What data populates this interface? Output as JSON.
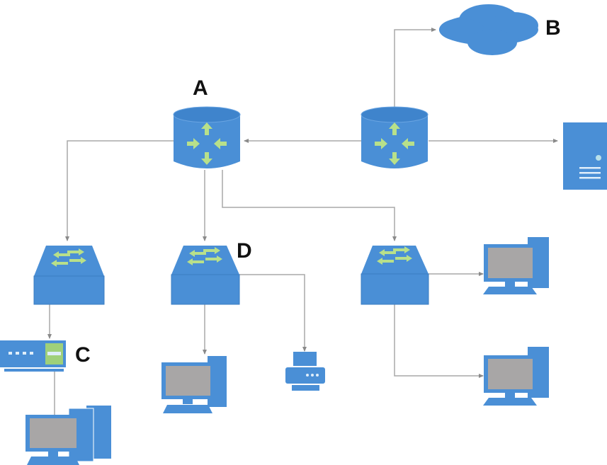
{
  "diagram": {
    "title": "",
    "colors": {
      "device": "#4a8fd6",
      "device_dark": "#3b7cc2",
      "arrow_glyph": "#b8e08a",
      "line": "#a9a9a9",
      "screen": "#a8a6a6",
      "label": "#111111"
    },
    "labels": {
      "router_a": "A",
      "cloud_b": "B",
      "modem_c": "C",
      "switch_d": "D"
    },
    "nodes": [
      {
        "id": "router-a",
        "type": "router",
        "label": "A"
      },
      {
        "id": "router-edge",
        "type": "router",
        "label": ""
      },
      {
        "id": "cloud",
        "type": "cloud",
        "label": "B"
      },
      {
        "id": "server",
        "type": "server",
        "label": ""
      },
      {
        "id": "switch-1",
        "type": "switch",
        "label": ""
      },
      {
        "id": "switch-d",
        "type": "switch",
        "label": "D"
      },
      {
        "id": "switch-3",
        "type": "switch",
        "label": ""
      },
      {
        "id": "modem-c",
        "type": "modem",
        "label": "C"
      },
      {
        "id": "workstation-group",
        "type": "pc-group",
        "label": ""
      },
      {
        "id": "pc-d",
        "type": "pc",
        "label": ""
      },
      {
        "id": "printer",
        "type": "printer",
        "label": ""
      },
      {
        "id": "pc-3a",
        "type": "pc",
        "label": ""
      },
      {
        "id": "pc-3b",
        "type": "pc",
        "label": ""
      }
    ],
    "edges": [
      {
        "from": "router-edge",
        "to": "cloud"
      },
      {
        "from": "router-edge",
        "to": "router-a"
      },
      {
        "from": "router-edge",
        "to": "server"
      },
      {
        "from": "router-a",
        "to": "switch-1"
      },
      {
        "from": "router-a",
        "to": "switch-d"
      },
      {
        "from": "router-a",
        "to": "switch-3"
      },
      {
        "from": "switch-1",
        "to": "modem-c"
      },
      {
        "from": "modem-c",
        "to": "workstation-group"
      },
      {
        "from": "switch-d",
        "to": "pc-d"
      },
      {
        "from": "switch-d",
        "to": "printer"
      },
      {
        "from": "switch-3",
        "to": "pc-3a"
      },
      {
        "from": "switch-3",
        "to": "pc-3b"
      }
    ]
  }
}
